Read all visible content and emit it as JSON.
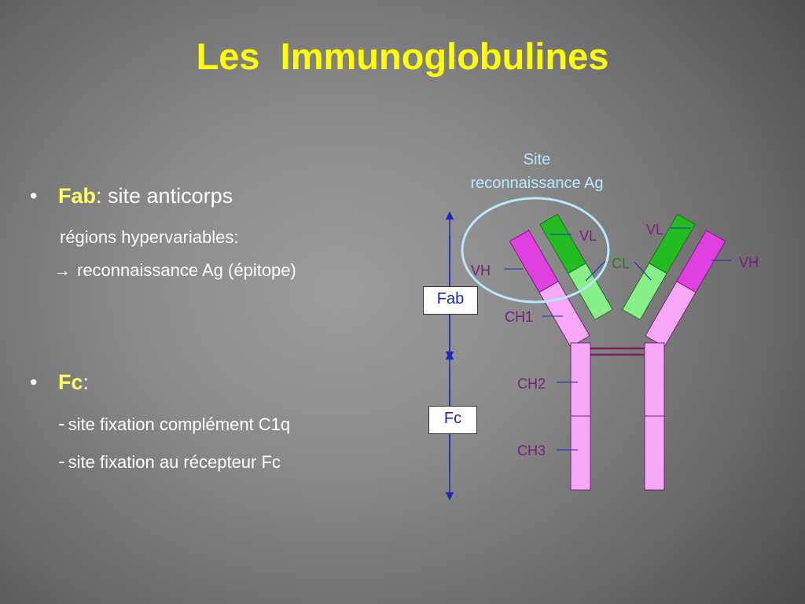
{
  "title": "Les  Immunoglobulines",
  "bullets": {
    "fab": {
      "term": "Fab",
      "desc": ": site anticorps",
      "line1": "régions hypervariables:",
      "line2_arrow": "→",
      "line2": "reconnaissance Ag (épitope)"
    },
    "fc": {
      "term": "Fc",
      "desc": ":",
      "item1_dash": "-",
      "item1": "site fixation complément C1q",
      "item2_dash": "-",
      "item2": "site fixation au récepteur Fc"
    }
  },
  "diagram": {
    "site_label_1": "Site",
    "site_label_2": "reconnaissance Ag",
    "fab_box": "Fab",
    "fc_box": "Fc",
    "labels": {
      "vh_left": "VH",
      "vl_left": "VL",
      "cl_left": "CL",
      "ch1": "CH1",
      "ch2": "CH2",
      "ch3": "CH3",
      "vl_right": "VL",
      "vh_right": "VH"
    },
    "colors": {
      "heavy_chain_variable": "#e040e0",
      "heavy_chain_constant": "#f7a8f7",
      "light_chain_variable": "#22bb22",
      "light_chain_constant": "#88f088",
      "ellipse": "#b8e8ff",
      "arrow": "#1a2ab8",
      "disulfide": "#7a1f5a"
    }
  }
}
